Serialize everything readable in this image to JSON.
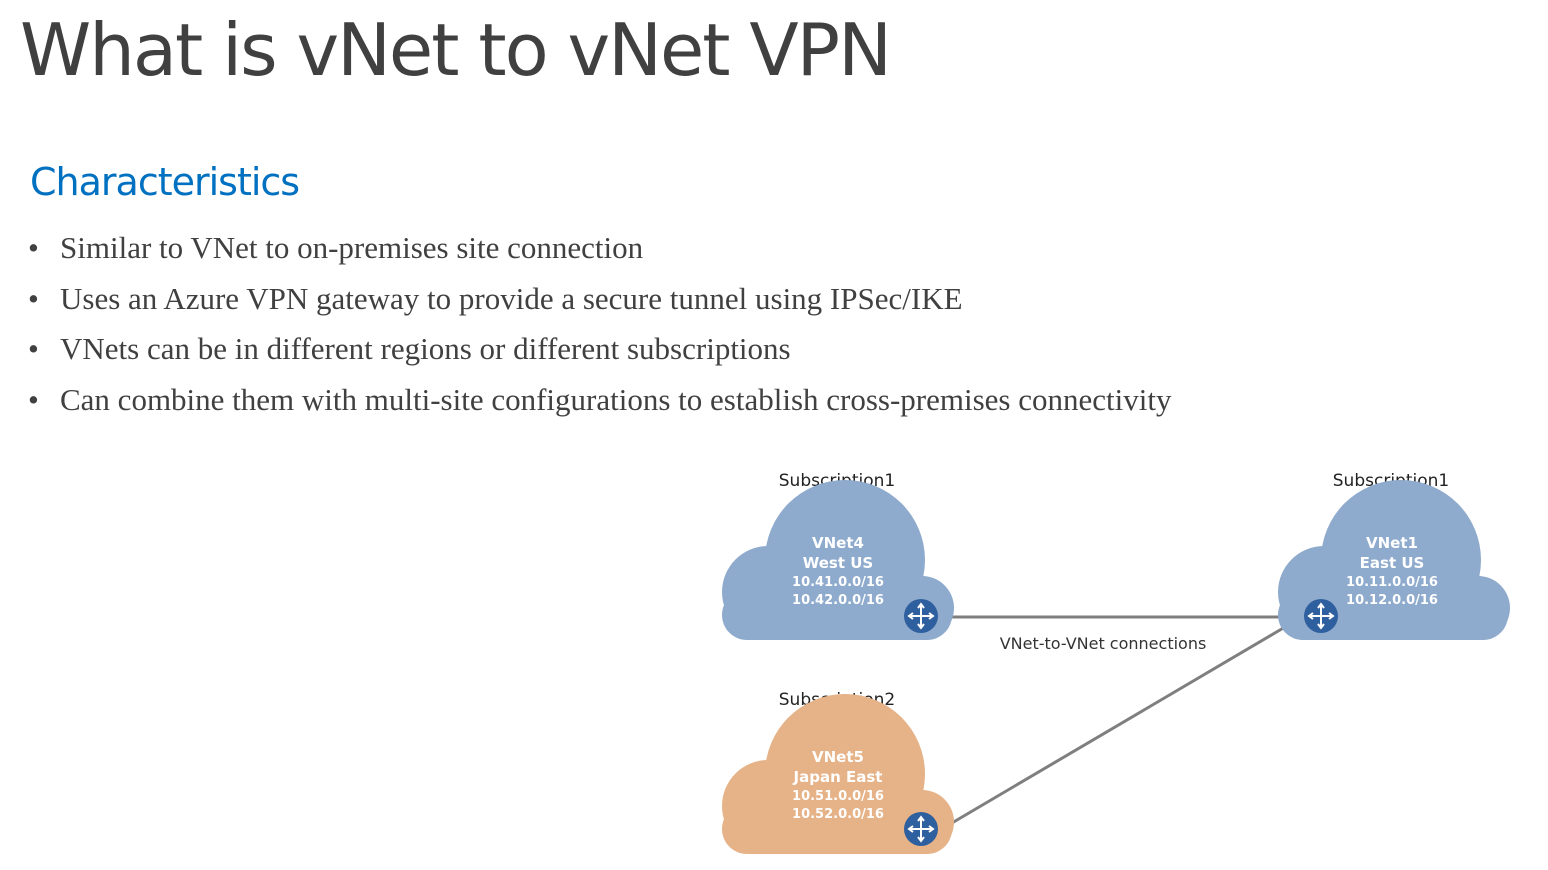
{
  "title": "What is vNet to vNet VPN",
  "section_heading": "Characteristics",
  "bullets": [
    "Similar to VNet to on-premises site connection",
    "Uses an Azure VPN gateway to provide a secure tunnel using IPSec/IKE",
    "VNets can be in different regions or different subscriptions",
    "Can combine them with multi-site configurations to establish cross-premises connectivity"
  ],
  "diagram": {
    "colors": {
      "vnet_blue": "#8eaacc",
      "vnet_orange": "#e6b287",
      "gateway": "#2e5f9e",
      "connector": "#7f7f7f"
    },
    "vnet4": {
      "subscription": "Subscription1",
      "name": "VNet4",
      "region": "West US",
      "prefixes": [
        "10.41.0.0/16",
        "10.42.0.0/16"
      ]
    },
    "vnet1": {
      "subscription": "Subscription1",
      "name": "VNet1",
      "region": "East US",
      "prefixes": [
        "10.11.0.0/16",
        "10.12.0.0/16"
      ]
    },
    "vnet5": {
      "subscription": "Subscription2",
      "name": "VNet5",
      "region": "Japan East",
      "prefixes": [
        "10.51.0.0/16",
        "10.52.0.0/16"
      ]
    },
    "connection_label": "VNet-to-VNet connections",
    "gateway_icon": "vpn-gateway-icon"
  }
}
